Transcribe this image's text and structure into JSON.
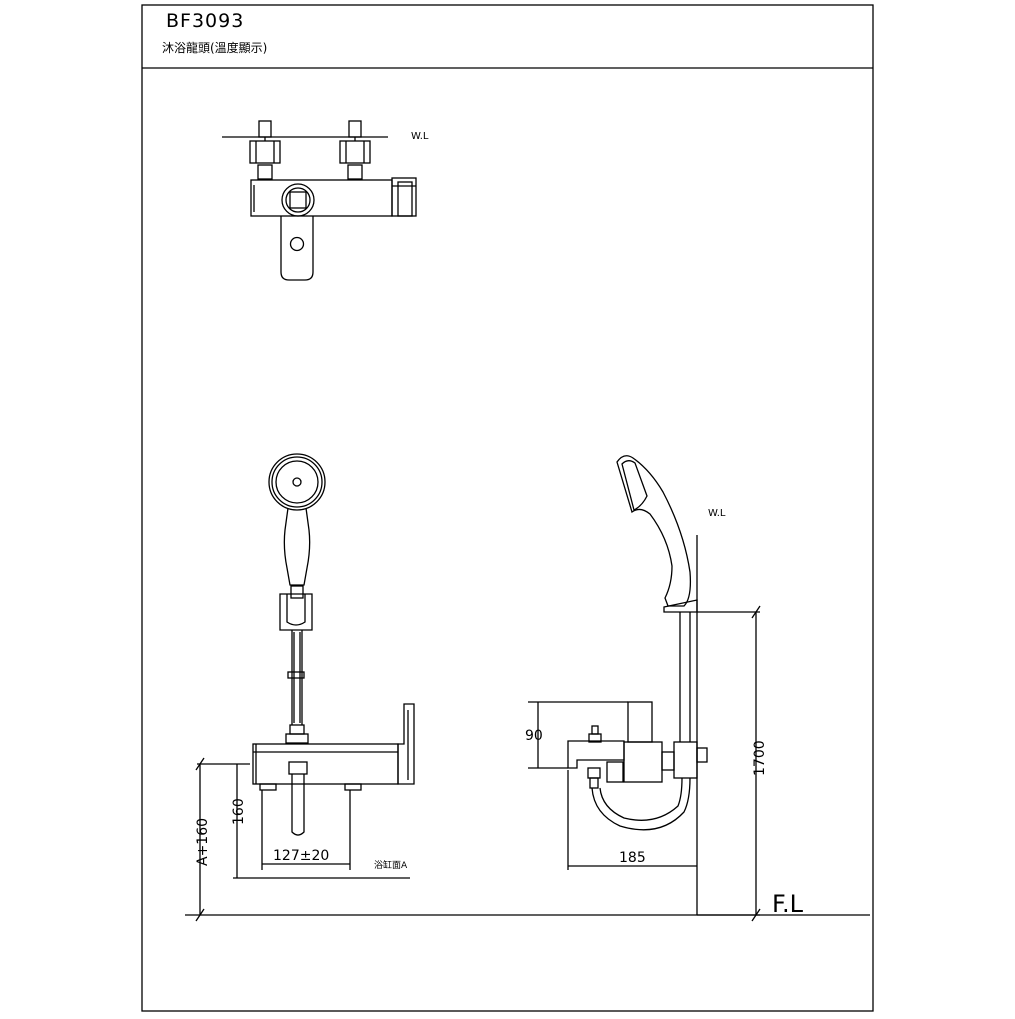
{
  "title_block": {
    "model": "BF3093",
    "product_name": "沐浴龍頭(溫度顯示)"
  },
  "labels": {
    "wl_top": "W.L",
    "wl_side": "W.L",
    "floor_level": "F.L",
    "tub_surface": "浴缸面A"
  },
  "dimensions": {
    "a_plus_160": "A+160",
    "d160": "160",
    "d127": "127±20",
    "d90": "90",
    "d185": "185",
    "d1700": "1700"
  }
}
